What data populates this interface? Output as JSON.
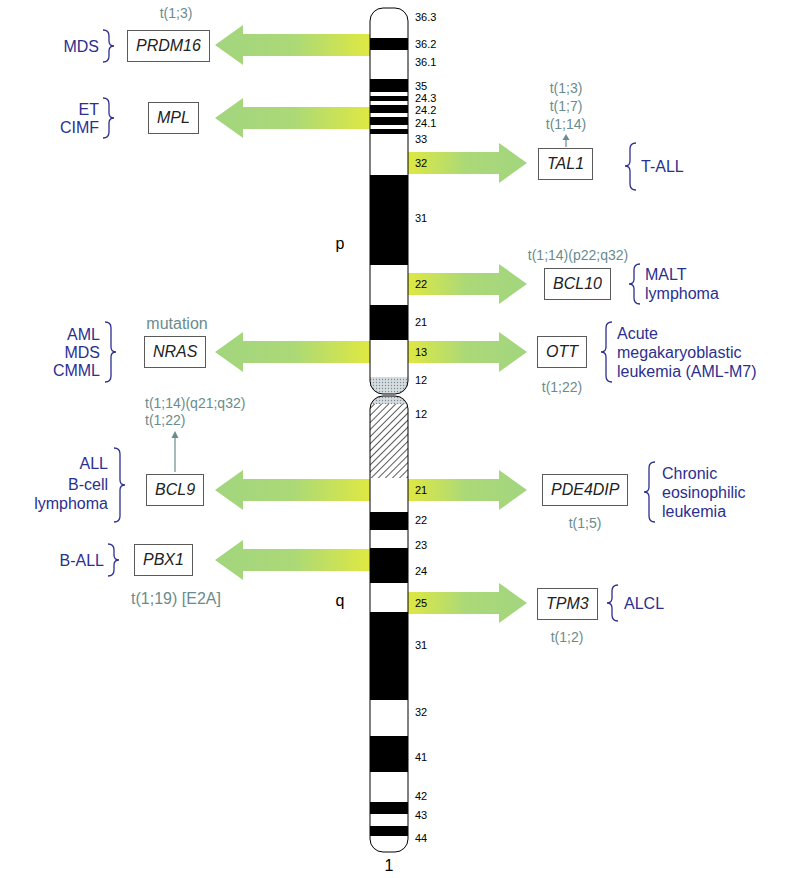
{
  "diagram": {
    "nodes": [
      {
        "text": [
          "PRDM16"
        ]
      },
      {
        "text": [
          "MPL"
        ]
      },
      {
        "text": [
          "TAL1"
        ]
      },
      {
        "text": [
          "BCL10"
        ]
      },
      {
        "text": [
          "NRAS"
        ]
      },
      {
        "text": [
          "OTT"
        ]
      },
      {
        "text": [
          "BCL9"
        ]
      },
      {
        "text": [
          "PDE4DIP"
        ]
      },
      {
        "text": [
          "PBX1"
        ]
      },
      {
        "text": [
          "TPM3"
        ]
      }
    ],
    "labels": [
      "t(1;3)",
      "MDS",
      "ET",
      "CIMF",
      "t(1;3)",
      "t(1;7)",
      "t(1;14)",
      "T-ALL",
      "t(1;14)(p22;q32)",
      "MALT lymphoma",
      "mutation",
      "AML",
      "MDS",
      "CMML",
      "Acute megakaryoblastic leukemia (AML-M7)",
      "t(1;22)",
      "t(1;14)(q21;q32)",
      "t(1;22)",
      "ALL",
      "B-cell lymphoma",
      "Chronic eosinophilic leukemia",
      "t(1;5)",
      "B-ALL",
      "t(1;19) [E2A]",
      "ALCL",
      "t(1;2)",
      "p",
      "q",
      "1",
      "36.3",
      "36.2",
      "36.1",
      "35",
      "24.3",
      "24.2",
      "24.1",
      "33",
      "32",
      "31",
      "22",
      "21",
      "13",
      "12",
      "12",
      "21",
      "22",
      "23",
      "24",
      "25",
      "31",
      "32",
      "41",
      "42",
      "43",
      "44"
    ]
  }
}
